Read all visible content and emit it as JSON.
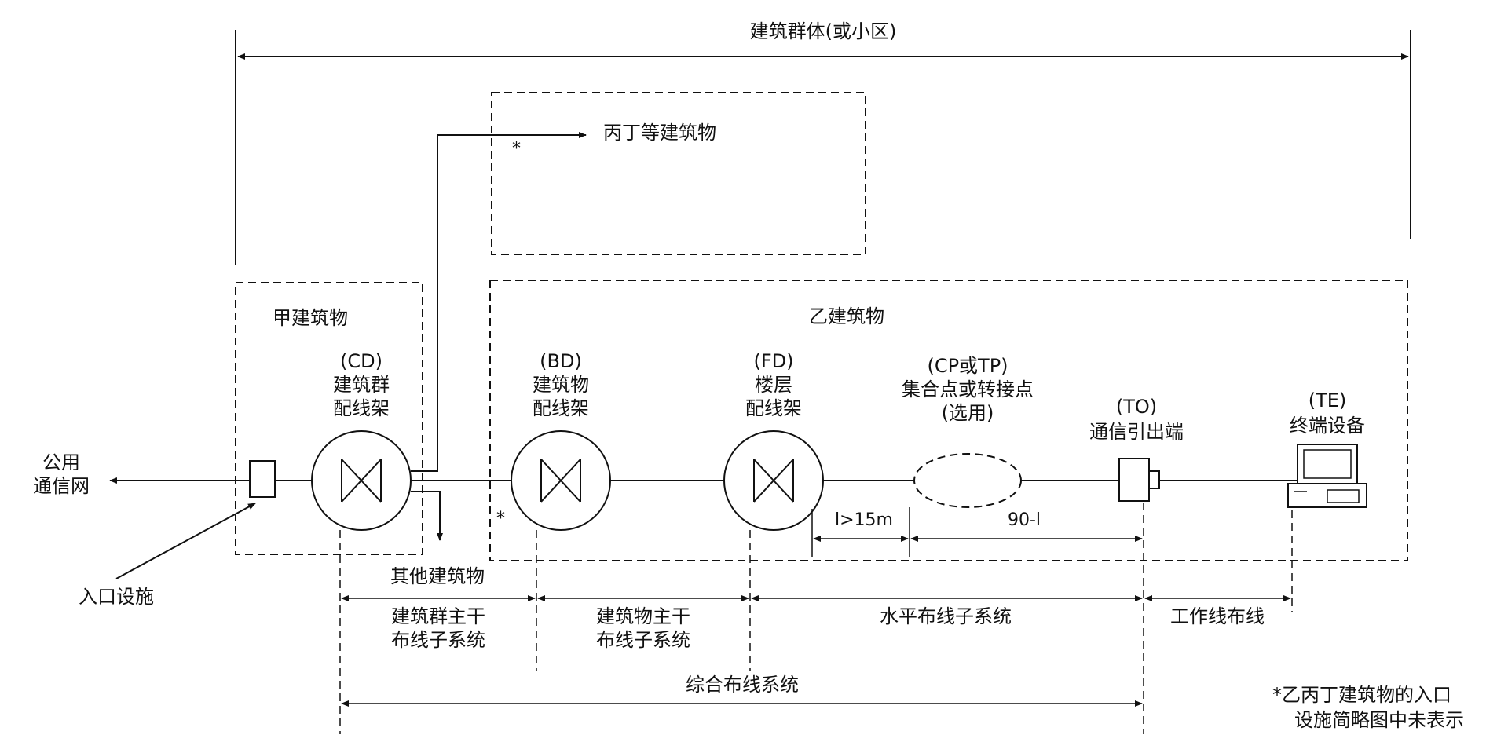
{
  "labels": {
    "complex_title": "建筑群体(或小区)",
    "other_buildings_top": "丙丁等建筑物",
    "building_a": "甲建筑物",
    "building_b": "乙建筑物",
    "public_network_1": "公用",
    "public_network_2": "通信网",
    "entrance_facility": "入口设施",
    "other_buildings_bottom": "其他建筑物",
    "cd_code": "(CD)",
    "cd_name_1": "建筑群",
    "cd_name_2": "配线架",
    "bd_code": "(BD)",
    "bd_name_1": "建筑物",
    "bd_name_2": "配线架",
    "fd_code": "(FD)",
    "fd_name_1": "楼层",
    "fd_name_2": "配线架",
    "cp_code": "(CP或TP)",
    "cp_name_1": "集合点或转接点",
    "cp_name_2": "(选用)",
    "to_code": "(TO)",
    "to_name": "通信引出端",
    "te_code": "(TE)",
    "te_name": "终端设备",
    "dist_l": "l>15m",
    "dist_90": "90-l",
    "sub_campus_1": "建筑群主干",
    "sub_campus_2": "布线子系统",
    "sub_building_1": "建筑物主干",
    "sub_building_2": "布线子系统",
    "sub_horizontal": "水平布线子系统",
    "sub_work_area": "工作线布线",
    "integrated_system": "综合布线系统",
    "note_1": "*乙丙丁建筑物的入口",
    "note_2": "设施简略图中未表示",
    "star_mark": "*"
  }
}
